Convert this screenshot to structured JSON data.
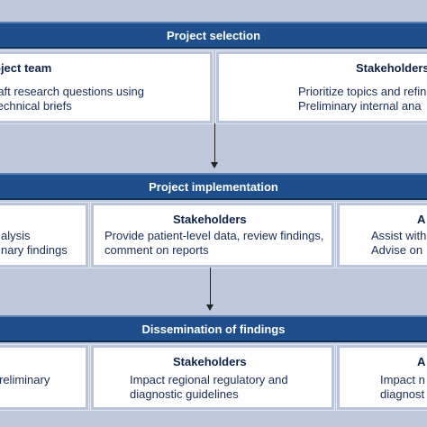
{
  "sections": [
    {
      "title": "Project selection",
      "boxes": [
        {
          "title": "oject team",
          "lines": [
            "raft research questions using",
            "technical briefs"
          ]
        },
        {
          "title": "Stakeholders",
          "lines": [
            "Prioritize topics and refin",
            "Preliminary internal ana"
          ]
        }
      ]
    },
    {
      "title": "Project implementation",
      "boxes": [
        {
          "title": "",
          "lines": [
            "alysis",
            "nary findings"
          ]
        },
        {
          "title": "Stakeholders",
          "lines": [
            "Provide patient-level data, review findings,",
            "comment on reports"
          ]
        },
        {
          "title": "A",
          "lines": [
            "Assist with",
            "Advise on"
          ]
        }
      ]
    },
    {
      "title": "Dissemination of findings",
      "boxes": [
        {
          "title": "",
          "lines": [
            "reliminary"
          ]
        },
        {
          "title": "Stakeholders",
          "lines": [
            "Impact regional regulatory and",
            "diagnostic guidelines"
          ]
        },
        {
          "title": "A",
          "lines": [
            "Impact n",
            "diagnost"
          ]
        }
      ]
    }
  ]
}
